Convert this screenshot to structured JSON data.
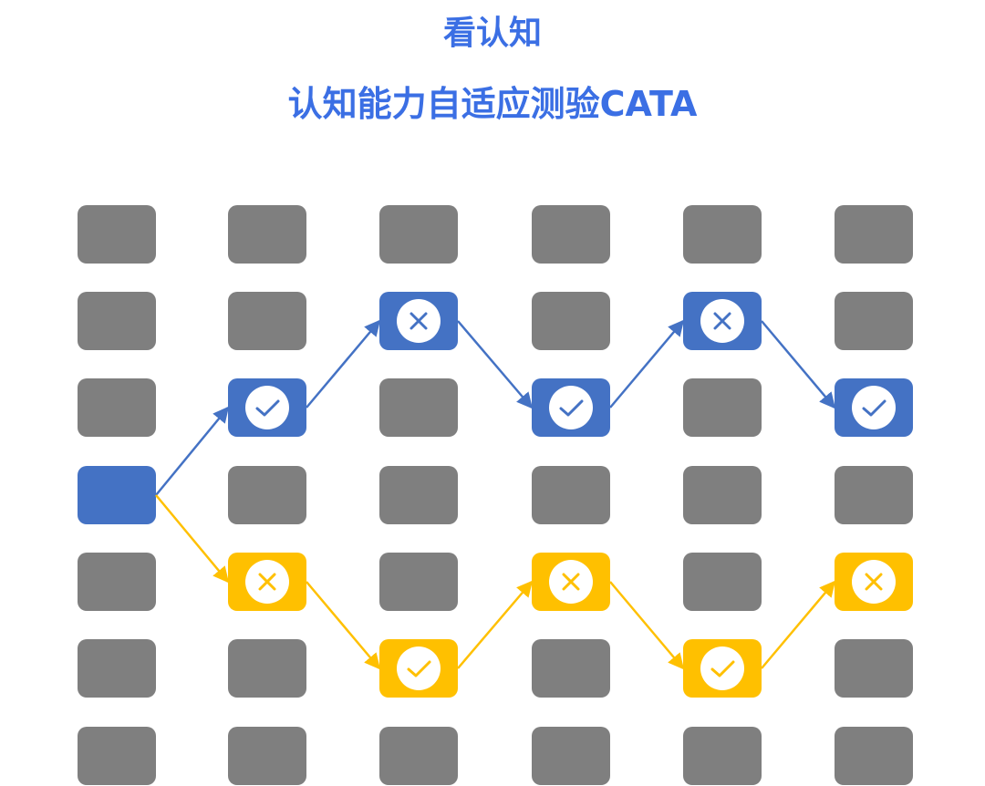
{
  "header": {
    "brand": "看认知",
    "title": "认知能力自适应测验CATA"
  },
  "colors": {
    "title": "#3b6fe4",
    "cell_default": "#7f7f7f",
    "blue_path": "#4472c4",
    "yellow_path": "#ffc000",
    "icon_fill": "#ffffff"
  },
  "grid": {
    "columns": 6,
    "rows": 7
  },
  "paths": [
    {
      "id": "blue",
      "color_key": "blue_path",
      "nodes": [
        {
          "col": 0,
          "row": 3,
          "result": "start"
        },
        {
          "col": 1,
          "row": 2,
          "result": "correct"
        },
        {
          "col": 2,
          "row": 1,
          "result": "incorrect"
        },
        {
          "col": 3,
          "row": 2,
          "result": "correct"
        },
        {
          "col": 4,
          "row": 1,
          "result": "incorrect"
        },
        {
          "col": 5,
          "row": 2,
          "result": "correct"
        }
      ]
    },
    {
      "id": "yellow",
      "color_key": "yellow_path",
      "nodes": [
        {
          "col": 0,
          "row": 3,
          "result": "start"
        },
        {
          "col": 1,
          "row": 4,
          "result": "incorrect"
        },
        {
          "col": 2,
          "row": 5,
          "result": "correct"
        },
        {
          "col": 3,
          "row": 4,
          "result": "incorrect"
        },
        {
          "col": 4,
          "row": 5,
          "result": "correct"
        },
        {
          "col": 5,
          "row": 4,
          "result": "incorrect"
        }
      ]
    }
  ],
  "icons": {
    "correct": "check-icon",
    "incorrect": "cross-icon"
  }
}
